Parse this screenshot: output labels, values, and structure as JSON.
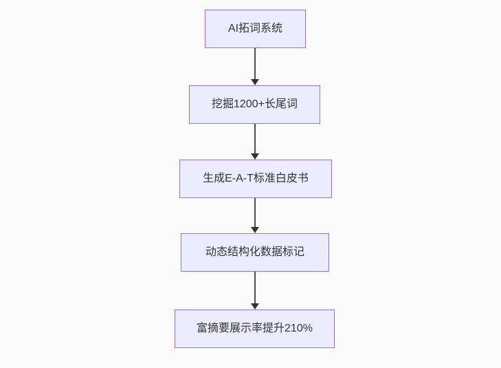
{
  "theme": {
    "background": "#fafafa",
    "node_fill": "#ececff",
    "node_border": "#9370db",
    "text_color": "#333333",
    "arrow_color": "#333333",
    "arrow_line_color": "#4d4d4d"
  },
  "flowchart": {
    "type": "top-down-flowchart",
    "nodes": [
      {
        "label": "AI拓词系统"
      },
      {
        "label": "挖掘1200+长尾词"
      },
      {
        "label": "生成E-A-T标准白皮书"
      },
      {
        "label": "动态结构化数据标记"
      },
      {
        "label": "富摘要展示率提升210%"
      }
    ],
    "edges": [
      {
        "from": 0,
        "to": 1
      },
      {
        "from": 1,
        "to": 2
      },
      {
        "from": 2,
        "to": 3
      },
      {
        "from": 3,
        "to": 4
      }
    ]
  }
}
